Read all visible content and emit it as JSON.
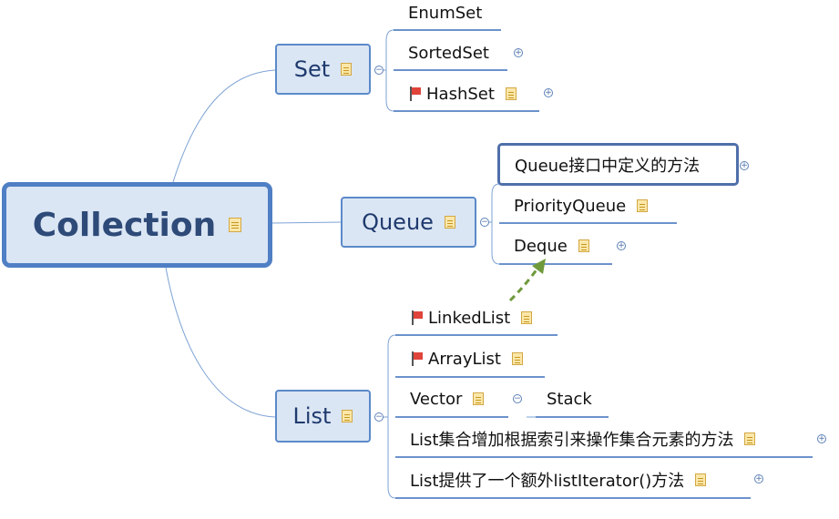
{
  "root": {
    "label": "Collection"
  },
  "branches": {
    "set": {
      "label": "Set",
      "children": [
        {
          "label": "EnumSet"
        },
        {
          "label": "SortedSet"
        },
        {
          "label": "HashSet"
        }
      ]
    },
    "queue": {
      "label": "Queue",
      "children": [
        {
          "label": "Queue接口中定义的方法"
        },
        {
          "label": "PriorityQueue"
        },
        {
          "label": "Deque"
        }
      ]
    },
    "list": {
      "label": "List",
      "children": [
        {
          "label": "LinkedList"
        },
        {
          "label": "ArrayList"
        },
        {
          "label": "Vector",
          "child": "Stack"
        },
        {
          "label": "List集合增加根据索引来操作集合元素的方法"
        },
        {
          "label": "List提供了一个额外listIterator()方法"
        }
      ]
    }
  },
  "colors": {
    "connector": "#7da3d6",
    "underline": "#6c92cc",
    "topic_fill": "#dbe6f4",
    "topic_border": "#5b8ac9",
    "relation_arrow": "#6f9a3c",
    "flag": "#e0443b"
  },
  "icons": [
    "note-icon",
    "flag-icon",
    "expand-icon",
    "collapse-icon",
    "relation-arrow"
  ]
}
